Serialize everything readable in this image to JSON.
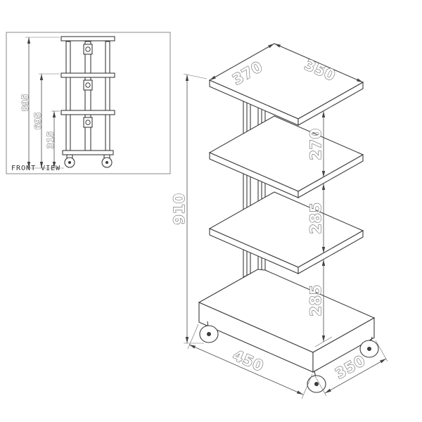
{
  "front_view": {
    "title": "FRONT VIEW",
    "dim_overall": "895",
    "dim_mid": "695",
    "dim_lower": "315"
  },
  "iso": {
    "shelf_width": "370",
    "shelf_depth": "350",
    "gap_top": "270",
    "gap_mid": "285",
    "gap_bottom": "285",
    "overall_height": "910",
    "base_depth": "450",
    "base_width": "350"
  },
  "colors": {
    "line": "#3b3b3b",
    "dimension": "#5c5c5c"
  }
}
